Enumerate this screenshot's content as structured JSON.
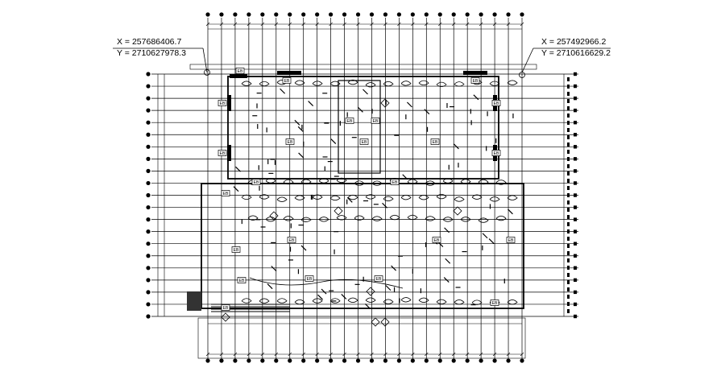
{
  "drawing": {
    "background": "#ffffff",
    "line_color": "#000000",
    "coordinates": {
      "left": {
        "x": "X = 257686406.7",
        "y": "Y = 2710627978.3"
      },
      "right": {
        "x": "X = 257492966.2",
        "y": "Y = 2710616629.2"
      }
    },
    "room_tag": "EB",
    "grid": {
      "vertical_axis_count": 24,
      "horizontal_axis_count": 21
    }
  }
}
